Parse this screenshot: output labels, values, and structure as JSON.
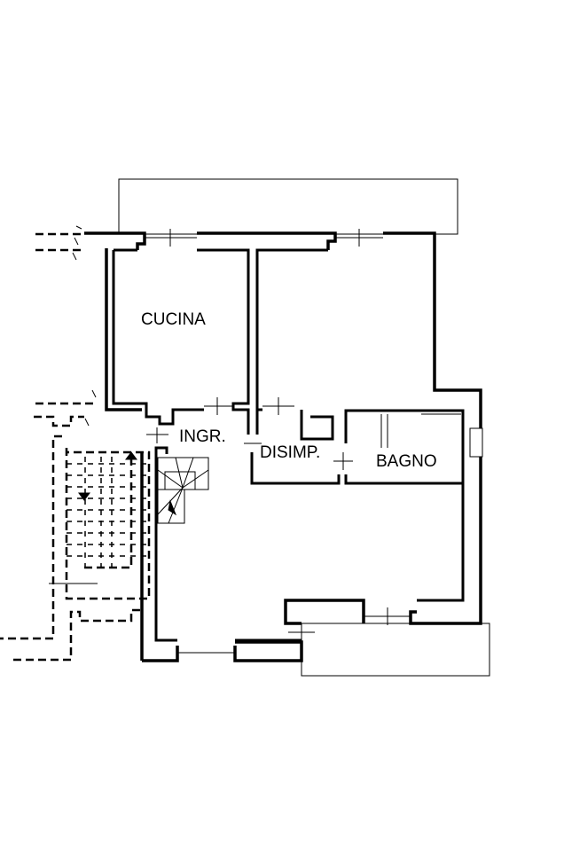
{
  "rooms": {
    "kitchen": "CUCINA",
    "entrance": "INGR.",
    "hallway": "DISIMP.",
    "bathroom": "BAGNO"
  },
  "colors": {
    "line": "#000000",
    "background": "#ffffff"
  }
}
